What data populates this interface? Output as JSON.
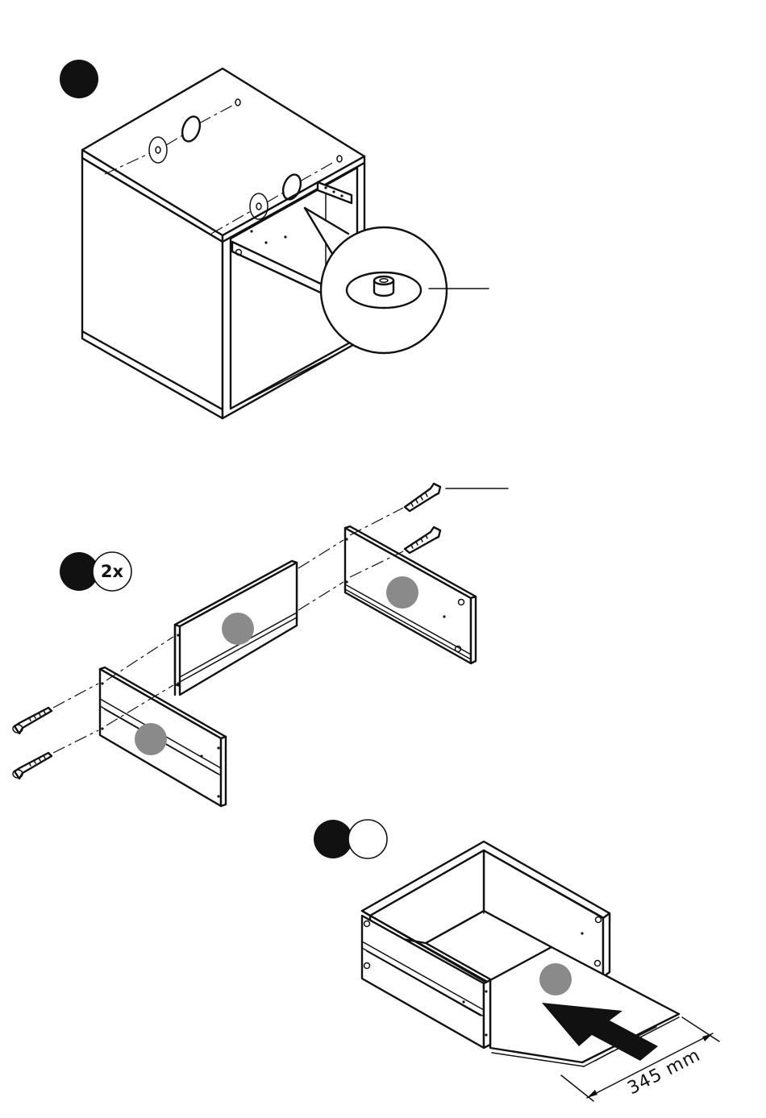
{
  "steps": [
    {
      "id": "step-1",
      "quantity": ""
    },
    {
      "id": "step-2",
      "quantity": "2x"
    },
    {
      "id": "step-3",
      "quantity": ""
    }
  ],
  "dimension": {
    "text": "345 mm"
  },
  "colors": {
    "line": "#111111",
    "part_marker": "#8a8a8a",
    "background": "#ffffff"
  },
  "icons": [
    "step-badge-icon",
    "magnifier-callout-icon",
    "screw-icon",
    "arrow-push-icon"
  ]
}
